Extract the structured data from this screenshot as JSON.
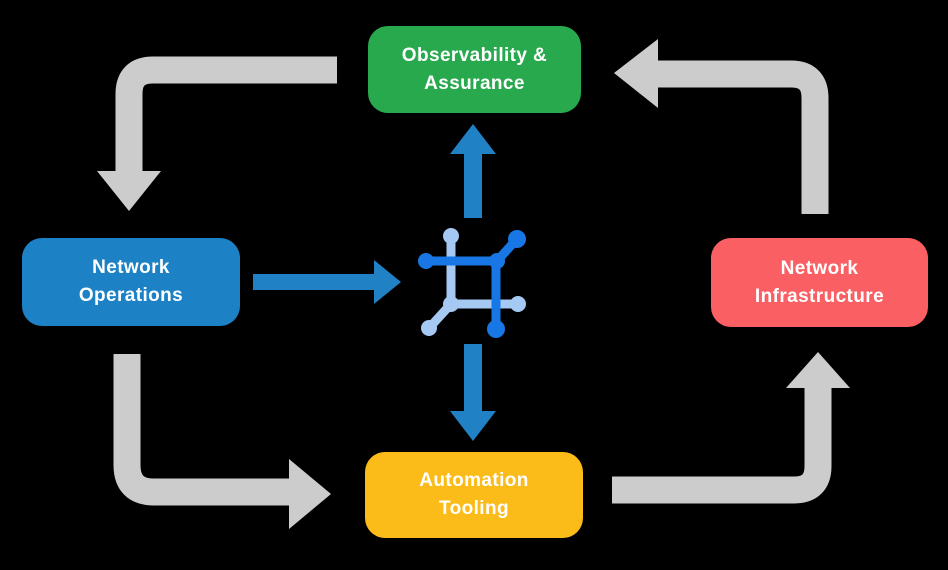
{
  "colors": {
    "background": "#000000",
    "label_text": "#FFFFFF",
    "node_green": "#29A94E",
    "node_blue": "#1C81C5",
    "node_red": "#F95F63",
    "node_yellow": "#FBBB18",
    "arrow_gray": "#CCCCCC",
    "arrow_blue": "#2181C5",
    "icon_dark_blue": "#1877E5",
    "icon_light_blue": "#A6C9F3"
  },
  "nodes": {
    "observability": {
      "line1": "Observability &",
      "line2": "Assurance",
      "label": "Observability & Assurance",
      "color": "#29A94E"
    },
    "operations": {
      "line1": "Network",
      "line2": "Operations",
      "label": "Network Operations",
      "color": "#1C81C5"
    },
    "infrastructure": {
      "line1": "Network",
      "line2": "Infrastructure",
      "label": "Network Infrastructure",
      "color": "#F95F63"
    },
    "automation": {
      "line1": "Automation",
      "line2": "Tooling",
      "label": "Automation Tooling",
      "color": "#FBBB18"
    }
  },
  "center_icon": {
    "name": "network-mesh-icon"
  },
  "flows": [
    {
      "from": "Observability & Assurance",
      "to": "Network Operations",
      "style": "gray-elbow-arrow"
    },
    {
      "from": "Network Operations",
      "to": "Automation Tooling",
      "style": "gray-elbow-arrow"
    },
    {
      "from": "Automation Tooling",
      "to": "Network Infrastructure",
      "style": "gray-elbow-arrow"
    },
    {
      "from": "Network Infrastructure",
      "to": "Observability & Assurance",
      "style": "gray-elbow-arrow"
    },
    {
      "from": "Network Operations",
      "to": "center-icon",
      "style": "blue-straight-arrow"
    },
    {
      "from": "center-icon",
      "to": "Observability & Assurance",
      "style": "blue-straight-arrow"
    },
    {
      "from": "center-icon",
      "to": "Automation Tooling",
      "style": "blue-straight-arrow"
    }
  ]
}
